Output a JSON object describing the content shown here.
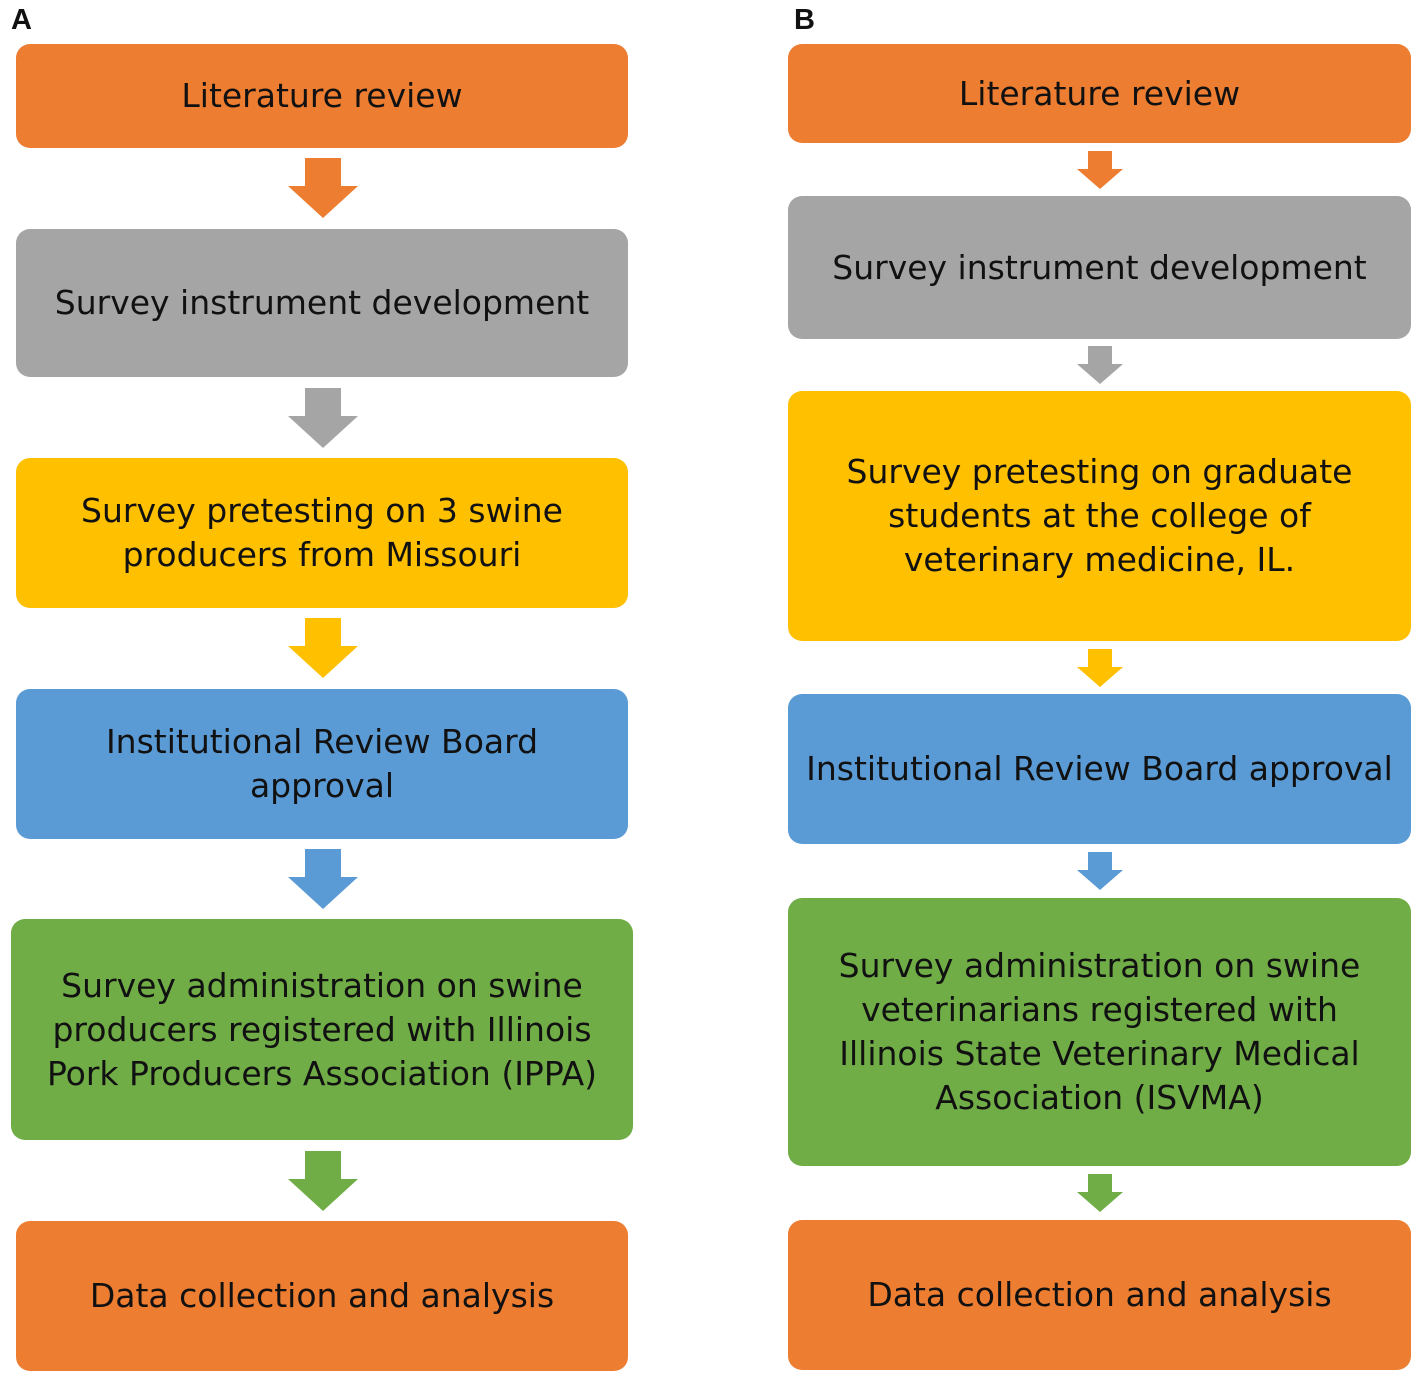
{
  "colors": {
    "orange": "#ED7D31",
    "gray": "#A5A5A5",
    "yellow": "#FFC000",
    "blue": "#5B9BD5",
    "green": "#70AD47"
  },
  "panels": [
    {
      "label": "A",
      "steps": [
        {
          "text": "Literature review",
          "color": "orange"
        },
        {
          "text": "Survey instrument development",
          "color": "gray"
        },
        {
          "text": "Survey pretesting on 3 swine producers from Missouri",
          "color": "yellow"
        },
        {
          "text": "Institutional Review Board approval",
          "color": "blue"
        },
        {
          "text": "Survey administration on swine producers registered with Illinois Pork Producers Association (IPPA)",
          "color": "green"
        },
        {
          "text": "Data collection and analysis",
          "color": "orange"
        }
      ]
    },
    {
      "label": "B",
      "steps": [
        {
          "text": "Literature review",
          "color": "orange"
        },
        {
          "text": "Survey instrument development",
          "color": "gray"
        },
        {
          "text": "Survey pretesting on graduate students at the college of veterinary medicine, IL.",
          "color": "yellow"
        },
        {
          "text": "Institutional Review Board approval",
          "color": "blue"
        },
        {
          "text": "Survey administration on swine veterinarians registered with Illinois State Veterinary Medical Association (ISVMA)",
          "color": "green"
        },
        {
          "text": "Data collection and analysis",
          "color": "orange"
        }
      ]
    }
  ]
}
